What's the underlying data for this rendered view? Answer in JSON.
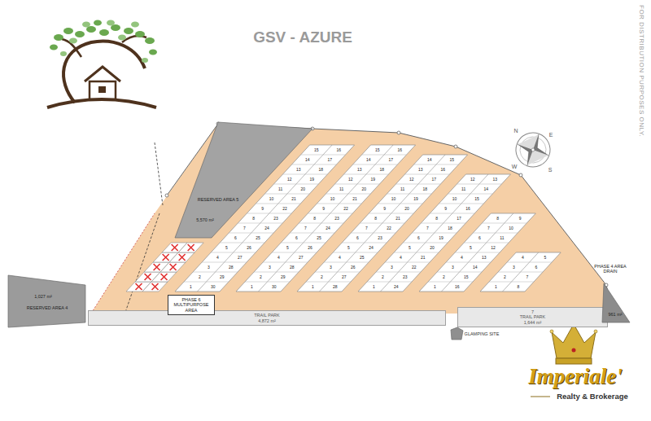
{
  "diagram": {
    "title": "GSV - AZURE",
    "nodes": [
      {
        "text": [
          "RESERVED AREA 5",
          "5,570 m²"
        ]
      },
      {
        "text": [
          "1,027 m²",
          "RESERVED AREA 4"
        ]
      },
      {
        "text": [
          "TRAIL PARK",
          "4,872 m²"
        ]
      },
      {
        "text": [
          "PHASE 6 MULTIPURPOSE AREA"
        ]
      },
      {
        "text": [
          "7",
          "TRAIL PARK",
          "1,644 m²"
        ]
      },
      {
        "text": [
          "GLAMPING SITE"
        ]
      },
      {
        "text": [
          "PHASE 4 AREA DRAIN",
          "961 m²"
        ]
      }
    ],
    "labels": [
      "FOR DISTRIBUTION PURPOSES ONLY.",
      "N",
      "E",
      "S",
      "W",
      "Imperiale'",
      "Realty & Brokerage",
      "1",
      "2",
      "3",
      "4",
      "5",
      "6",
      "7",
      "8",
      "9",
      "10",
      "11",
      "12",
      "13",
      "14",
      "15",
      "16",
      "17",
      "18",
      "19",
      "20",
      "21",
      "22",
      "23",
      "24",
      "25",
      "26",
      "27",
      "28",
      "29",
      "30",
      "1",
      "2",
      "3",
      "4",
      "5",
      "6",
      "7",
      "8",
      "9",
      "10",
      "11",
      "12",
      "13",
      "14",
      "15",
      "16",
      "17",
      "18",
      "19",
      "20",
      "21",
      "22",
      "23",
      "24",
      "25",
      "26",
      "27",
      "28",
      "29",
      "30",
      "1",
      "2",
      "3",
      "4",
      "5",
      "6",
      "7",
      "8",
      "9",
      "10",
      "11",
      "12",
      "13",
      "14",
      "15",
      "16",
      "17",
      "18",
      "19",
      "20",
      "21",
      "22",
      "23",
      "24",
      "25",
      "26",
      "27",
      "28",
      "1",
      "2",
      "3",
      "4",
      "5",
      "6",
      "7",
      "8",
      "9",
      "10",
      "11",
      "12",
      "13",
      "14",
      "15",
      "16",
      "17",
      "18",
      "19",
      "20",
      "21",
      "22",
      "23",
      "24",
      "1",
      "2",
      "3",
      "4",
      "5",
      "6",
      "7",
      "8",
      "9",
      "10",
      "11",
      "12",
      "13",
      "14",
      "15",
      "16",
      "1",
      "2",
      "3",
      "4",
      "5",
      "6",
      "7",
      "8"
    ]
  }
}
